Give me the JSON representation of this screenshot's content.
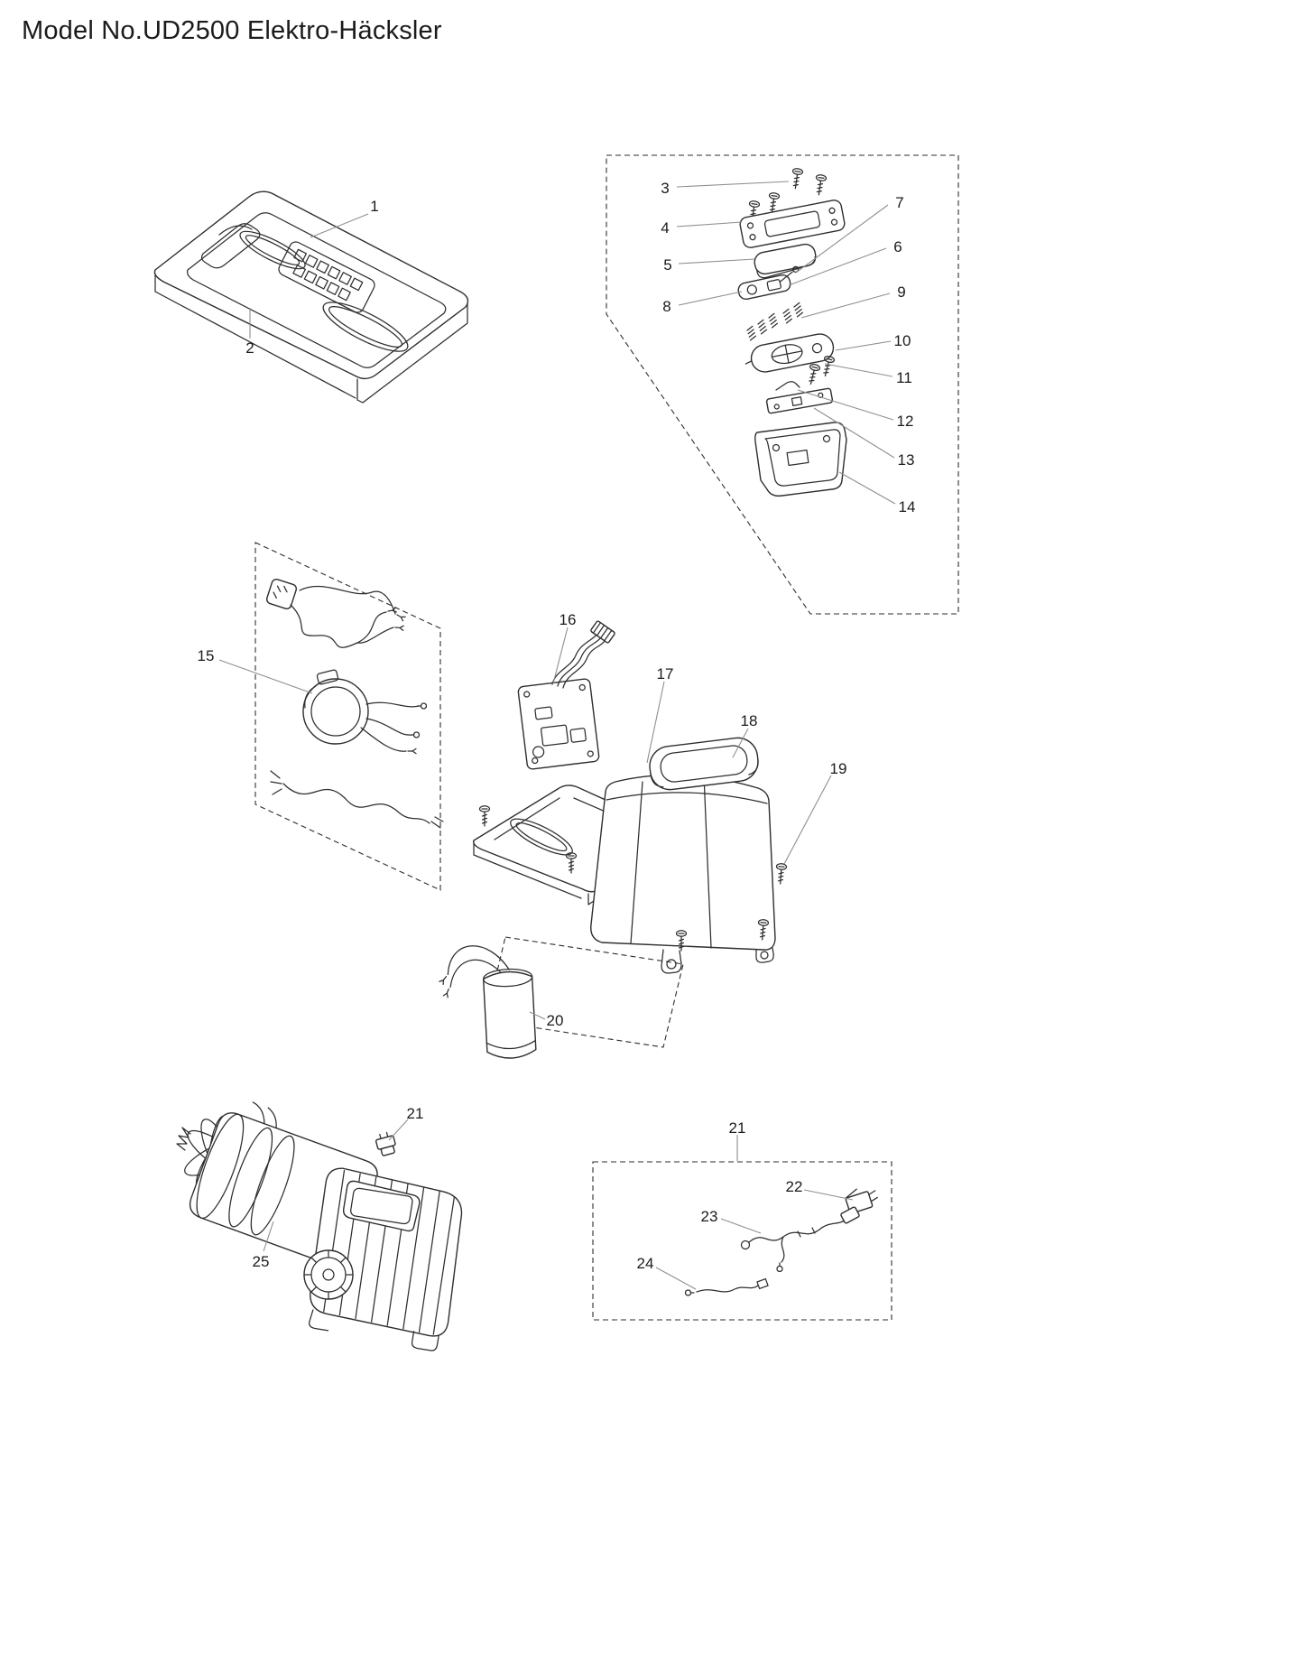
{
  "title": "Model No.UD2500 Elektro-Häcksler",
  "colors": {
    "line": "#2e2e2e",
    "leader": "#8f8f8f",
    "text": "#1b1b1b",
    "bg": "#ffffff"
  },
  "callouts": [
    {
      "label": "1"
    },
    {
      "label": "2"
    },
    {
      "label": "3"
    },
    {
      "label": "4"
    },
    {
      "label": "5"
    },
    {
      "label": "7"
    },
    {
      "label": "6"
    },
    {
      "label": "8"
    },
    {
      "label": "9"
    },
    {
      "label": "10"
    },
    {
      "label": "11"
    },
    {
      "label": "12"
    },
    {
      "label": "13"
    },
    {
      "label": "14"
    },
    {
      "label": "15"
    },
    {
      "label": "16"
    },
    {
      "label": "17"
    },
    {
      "label": "18"
    },
    {
      "label": "19"
    },
    {
      "label": "20"
    },
    {
      "label": "21"
    },
    {
      "label": "25"
    },
    {
      "label": "21"
    },
    {
      "label": "22"
    },
    {
      "label": "23"
    },
    {
      "label": "24"
    }
  ]
}
